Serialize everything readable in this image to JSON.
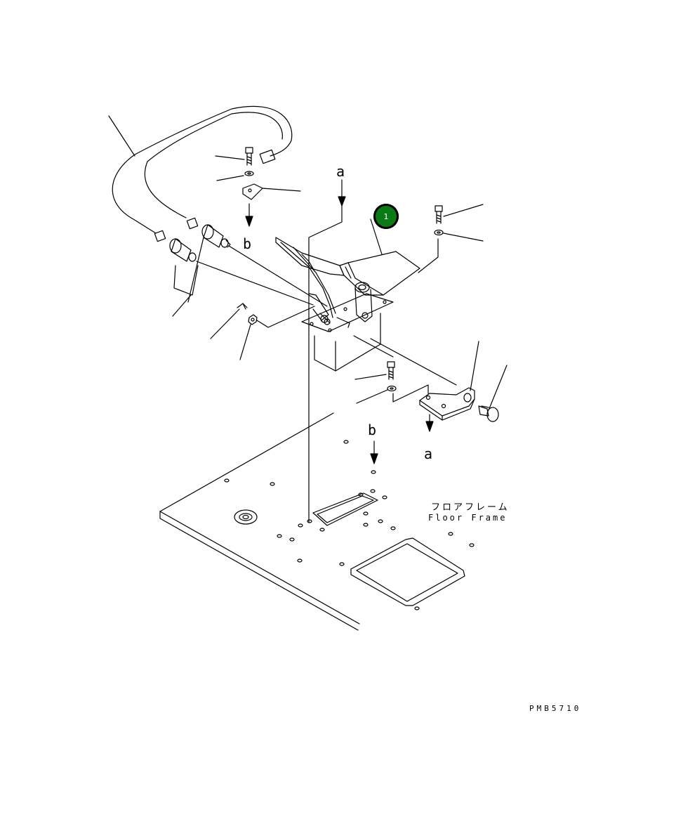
{
  "colors": {
    "line": "#000000",
    "badge_fill": "#0a7a14",
    "badge_border": "#000000",
    "background": "#ffffff"
  },
  "reference_labels": {
    "a_top": "a",
    "a_bottom": "a",
    "b_left": "b",
    "b_lower": "b"
  },
  "floor_frame": {
    "japanese": "フロアフレーム",
    "english": "Floor Frame"
  },
  "part_badge": {
    "number": "1"
  },
  "drawing_code": "PMB5710"
}
